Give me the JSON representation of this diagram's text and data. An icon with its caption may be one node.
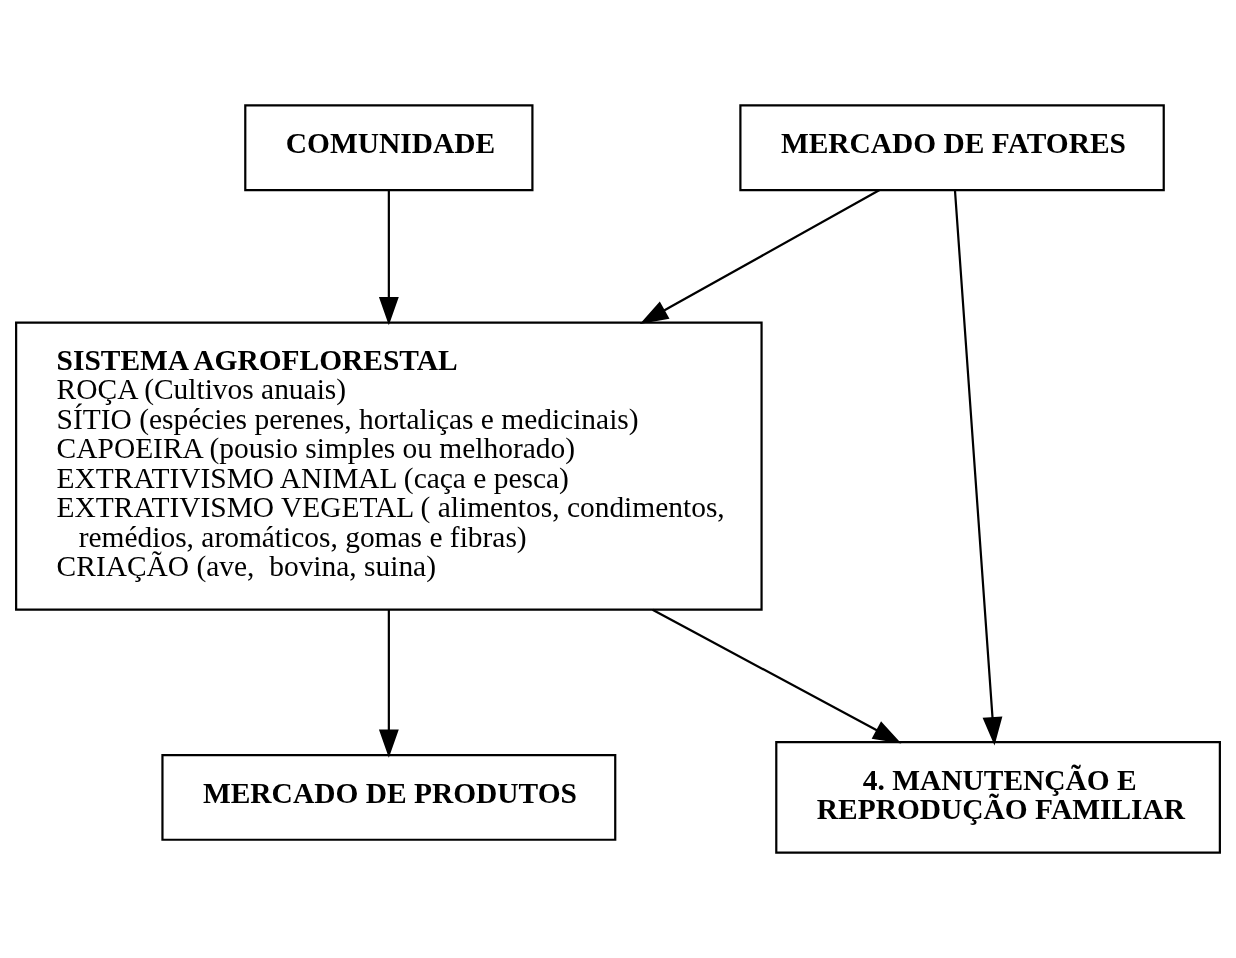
{
  "diagram": {
    "nodes": [
      {
        "text": [
          "MERCADO DE FATORES"
        ]
      },
      {
        "text": [
          "COMUNIDADE"
        ]
      },
      {
        "text": [
          "SISTEMA AGROFLORESTAL",
          "ROÇA (Cultivos anuais)",
          "SÍTIO (espécies perenes, hortaliças e medicinais)",
          "CAPOEIRA (pousio simples ou melhorado)",
          "EXTRATIVISMO ANIMAL (caça e pesca)",
          "EXTRATIVISMO VEGETAL ( alimentos, condimentos, remédios, aromáticos, gomas e fibras)",
          "CRIAÇÃO (ave,  bovina, suina)"
        ]
      },
      {
        "text": [
          "4. MANUTENÇÃO E REPRODUÇÃO FAMILIAR"
        ]
      },
      {
        "text": [
          "MERCADO DE PRODUTOS"
        ]
      }
    ],
    "edges": [
      {
        "from": 0,
        "to": 2,
        "arrow": "to"
      },
      {
        "from": 1,
        "to": 2,
        "arrow": "to"
      },
      {
        "from": 0,
        "to": 3,
        "arrow": "to"
      },
      {
        "from": 2,
        "to": 3,
        "arrow": "to"
      },
      {
        "from": 2,
        "to": 4,
        "arrow": "to"
      }
    ]
  }
}
